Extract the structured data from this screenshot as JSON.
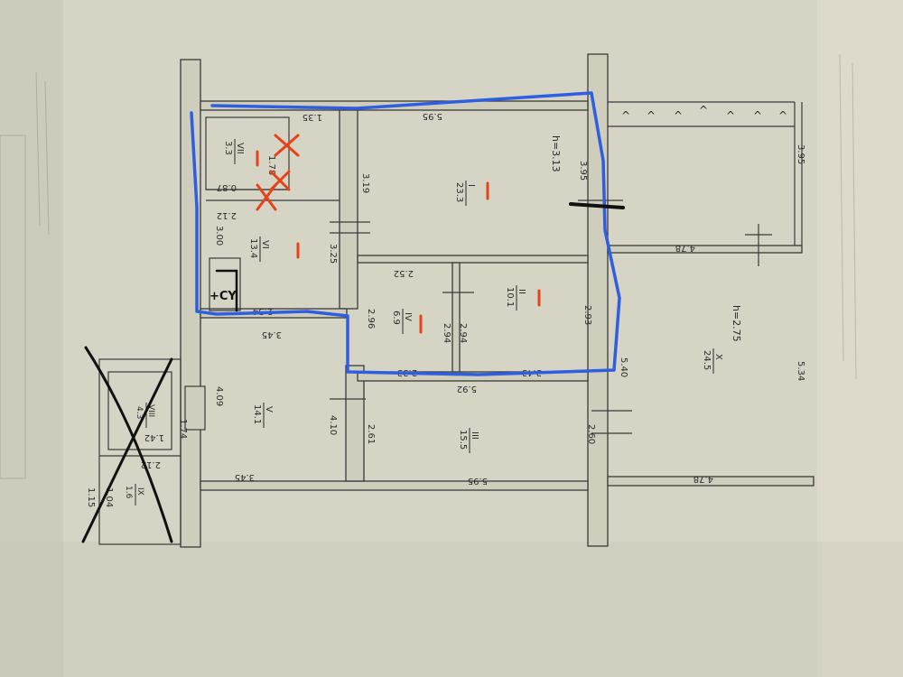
{
  "rooms": [
    {
      "id": "I",
      "num": "I",
      "area": "23.3"
    },
    {
      "id": "II",
      "num": "II",
      "area": "10.1"
    },
    {
      "id": "III",
      "num": "III",
      "area": "15.5"
    },
    {
      "id": "IV",
      "num": "IV",
      "area": "6.9"
    },
    {
      "id": "V",
      "num": "V",
      "area": "14.1"
    },
    {
      "id": "VI",
      "num": "VI",
      "area": "13.4"
    },
    {
      "id": "VII",
      "num": "VII",
      "area": "3.3"
    },
    {
      "id": "X",
      "num": "X",
      "area": "24.5"
    },
    {
      "id": "VIII",
      "num": "VIII",
      "area": "4.3"
    },
    {
      "id": "IX",
      "num": "IX",
      "area": "1.6"
    }
  ],
  "dimensions": {
    "d_595_top": "5.95",
    "d_135": "1.35",
    "d_395_wall": "3.95",
    "d_395_right": "3.95",
    "d_319": "3.19",
    "d_325": "3.25",
    "d_300": "3.00",
    "d_254_hall": "2.54",
    "d_252": "2.52",
    "d_296": "2.96",
    "d_294_a": "2.94",
    "d_294_b": "2.94",
    "d_293": "2.93",
    "d_233": "2.33",
    "d_343": "3.43",
    "d_592": "5.92",
    "d_345_top": "3.45",
    "d_409": "4.09",
    "d_410": "4.10",
    "d_345_bottom": "3.45",
    "d_261": "2.61",
    "d_595_bottom": "5.95",
    "d_260": "2.60",
    "d_540": "5.40",
    "d_478_top": "4.78",
    "d_478_bottom": "4.78",
    "d_534": "5.34",
    "d_178": "1.78",
    "d_087": "0.87",
    "d_212_small": "2.12",
    "d_174": "1.74",
    "d_142": "1.42",
    "d_212_stair": "2.12",
    "d_115": "1.15",
    "d_104": "1.04"
  },
  "annotations": {
    "height_1": "h=3.13",
    "height_2": "h=2.75",
    "cy_label": "+CY",
    "b_marks": [
      "^",
      "^",
      "^",
      "^",
      "^",
      "^",
      "^"
    ]
  },
  "colors": {
    "paper": "#d8d6c7",
    "wall_ink": "#3a3a3a",
    "blue_marker": "#2f5fe0",
    "red_marker": "#e8421a",
    "black_marker": "#111111"
  }
}
